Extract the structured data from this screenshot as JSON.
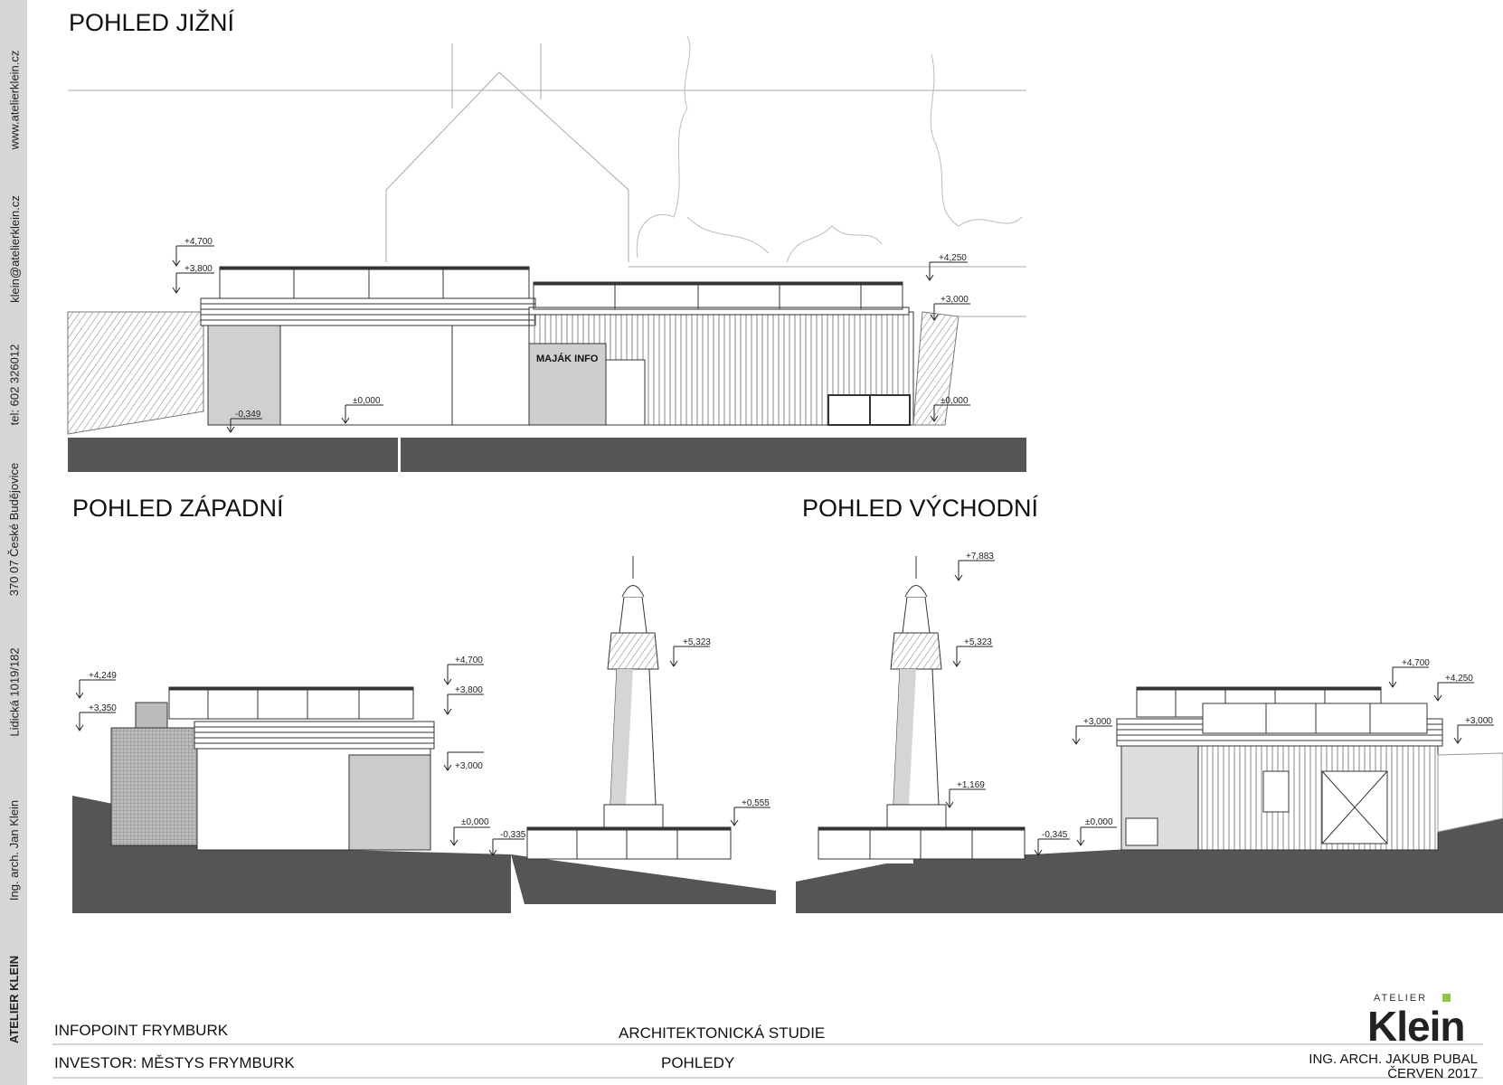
{
  "sidebar": {
    "firm": "ATELIER KLEIN",
    "architect": "Ing. arch. Jan Klein",
    "address": "Lidická 1019/182",
    "city": "370 07  České Budějovice",
    "phone": "tel: 602 326012",
    "email": "klein@atelierklein.cz",
    "web": "www.atelierklein.cz"
  },
  "views": {
    "south": {
      "title": "POHLED JIŽNÍ",
      "sign": "MAJÁK INFO",
      "levels": [
        "+4,700",
        "+3,800",
        "-0,349",
        "±0,000",
        "+4,250",
        "+3,000",
        "±0,000"
      ]
    },
    "west": {
      "title": "POHLED ZÁPADNÍ",
      "levels": [
        "+4,249",
        "+3,350",
        "+4,700",
        "+3,800",
        "+3,000",
        "±0,000",
        "-0,335",
        "+5,323",
        "+0,555"
      ]
    },
    "east": {
      "title": "POHLED VÝCHODNÍ",
      "levels": [
        "+7,883",
        "+5,323",
        "+1,169",
        "-0,345",
        "±0,000",
        "+3,000",
        "+4,700",
        "+4,250",
        "+3,000"
      ]
    }
  },
  "footer": {
    "project": "INFOPOINT FRYMBURK",
    "investor": "INVESTOR: MĚSTYS FRYMBURK",
    "stage": "ARCHITEKTONICKÁ STUDIE",
    "drawing": "POHLEDY",
    "author": "ING. ARCH. JAKUB PUBAL",
    "date": "ČERVEN 2017"
  },
  "logo": {
    "small": "ATELIER",
    "big": "Klein"
  },
  "colors": {
    "ground": "#555555",
    "shade": "#c8c8c8",
    "sidebar": "#d6d6d6",
    "accent": "#8dc63f"
  }
}
